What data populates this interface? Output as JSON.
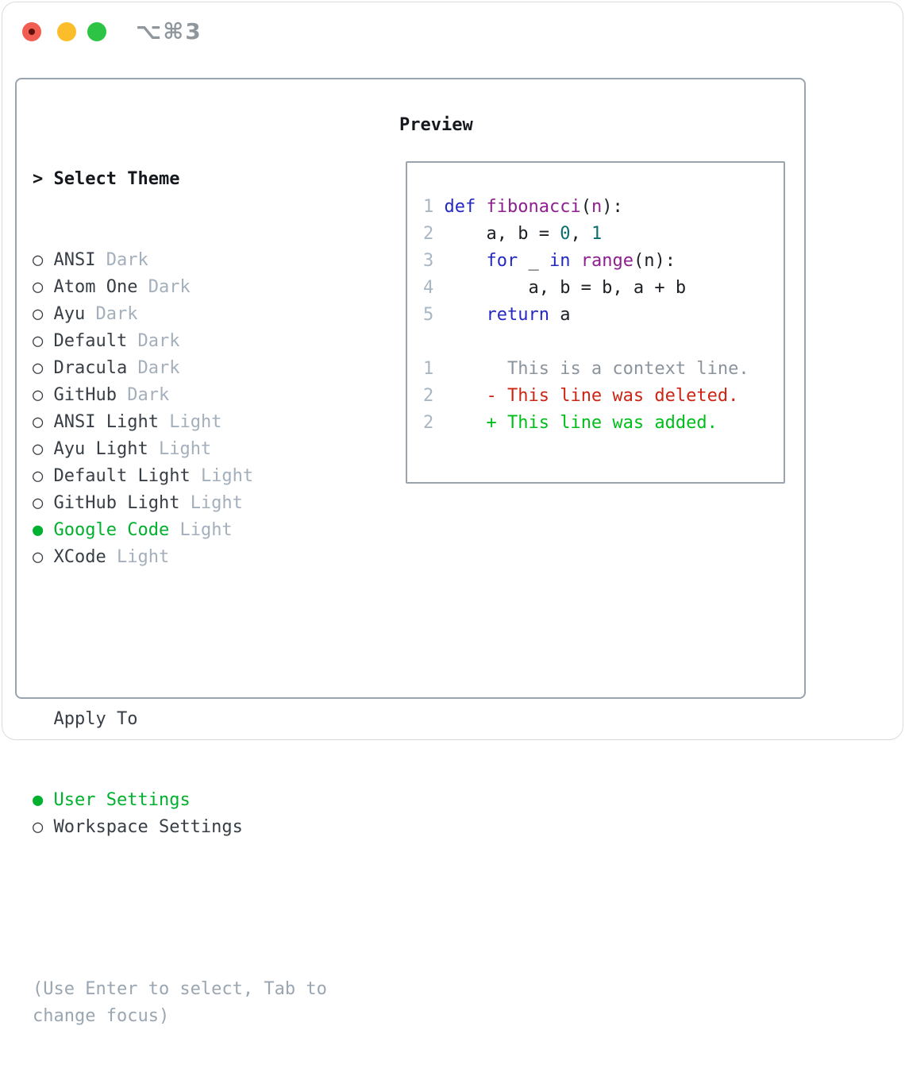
{
  "window": {
    "shortcut_label": "⌥⌘3",
    "traffic_lights": [
      "close",
      "minimize",
      "zoom"
    ]
  },
  "colors": {
    "selection_green": "#00b02e",
    "added_green": "#00be19",
    "deleted_red": "#cc2514",
    "keyword_blue": "#2429c2",
    "title_purple": "#8e1f8e",
    "number_teal": "#0a6e6e",
    "muted_gray": "#a4afbc",
    "line_number_gray": "#a9b6c3",
    "border_gray": "#9aa4ae",
    "traffic_red": "#f25d52",
    "traffic_yellow": "#fbbd2a",
    "traffic_green": "#2dc443"
  },
  "glyphs": {
    "cursor": ">",
    "radio_unselected": "○",
    "radio_selected": "●"
  },
  "theme_list": {
    "header": "Select Theme",
    "items": [
      {
        "name": "ANSI",
        "variant": "Dark",
        "selected": false
      },
      {
        "name": "Atom One",
        "variant": "Dark",
        "selected": false
      },
      {
        "name": "Ayu",
        "variant": "Dark",
        "selected": false
      },
      {
        "name": "Default",
        "variant": "Dark",
        "selected": false
      },
      {
        "name": "Dracula",
        "variant": "Dark",
        "selected": false
      },
      {
        "name": "GitHub",
        "variant": "Dark",
        "selected": false
      },
      {
        "name": "ANSI Light",
        "variant": "Light",
        "selected": false
      },
      {
        "name": "Ayu Light",
        "variant": "Light",
        "selected": false
      },
      {
        "name": "Default Light",
        "variant": "Light",
        "selected": false
      },
      {
        "name": "GitHub Light",
        "variant": "Light",
        "selected": false
      },
      {
        "name": "Google Code",
        "variant": "Light",
        "selected": true
      },
      {
        "name": "XCode",
        "variant": "Light",
        "selected": false
      }
    ]
  },
  "apply_to": {
    "header": "Apply To",
    "items": [
      {
        "label": "User Settings",
        "selected": true
      },
      {
        "label": "Workspace Settings",
        "selected": false
      }
    ]
  },
  "footer_hint_lines": [
    "(Use Enter to select, Tab to",
    "change focus)"
  ],
  "preview": {
    "header": "Preview",
    "code_lines": [
      {
        "num": "1",
        "segs": [
          [
            "def",
            "kw"
          ],
          [
            " ",
            "pl"
          ],
          [
            "fibonacci",
            "fn"
          ],
          [
            "(",
            "pl"
          ],
          [
            "n",
            "fn"
          ],
          [
            "):",
            "pl"
          ]
        ]
      },
      {
        "num": "2",
        "segs": [
          [
            "    a, b = ",
            "pl"
          ],
          [
            "0",
            "nm"
          ],
          [
            ", ",
            "pl"
          ],
          [
            "1",
            "nm"
          ]
        ]
      },
      {
        "num": "3",
        "segs": [
          [
            "    ",
            "pl"
          ],
          [
            "for",
            "kw"
          ],
          [
            " _ ",
            "pl"
          ],
          [
            "in",
            "kw"
          ],
          [
            " ",
            "pl"
          ],
          [
            "range",
            "fn"
          ],
          [
            "(n):",
            "pl"
          ]
        ]
      },
      {
        "num": "4",
        "segs": [
          [
            "        a, b = b, a + b",
            "pl"
          ]
        ]
      },
      {
        "num": "5",
        "segs": [
          [
            "    ",
            "pl"
          ],
          [
            "return",
            "kw"
          ],
          [
            " a",
            "pl"
          ]
        ]
      }
    ],
    "diff_lines": [
      {
        "num": "1",
        "segs": [
          [
            "      This is a context line.",
            "ctx"
          ]
        ]
      },
      {
        "num": "2",
        "segs": [
          [
            "    ",
            "pl"
          ],
          [
            "- This line was deleted.",
            "del"
          ]
        ]
      },
      {
        "num": "2",
        "segs": [
          [
            "    ",
            "pl"
          ],
          [
            "+ This line was added.",
            "add"
          ]
        ]
      }
    ]
  }
}
